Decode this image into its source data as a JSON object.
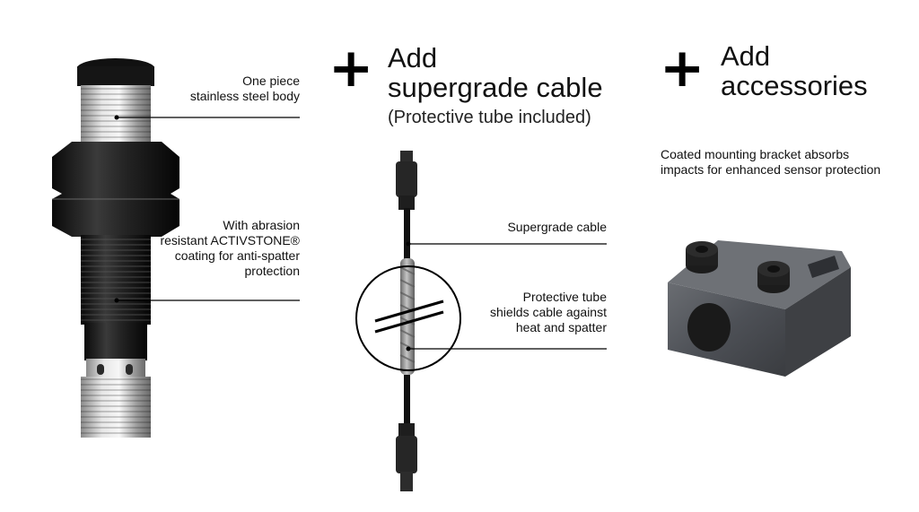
{
  "cable_section": {
    "heading_line1": "Add",
    "heading_line2": "supergrade cable",
    "subheading": "(Protective tube included)",
    "callout_cable": "Supergrade cable",
    "callout_tube_line1": "Protective tube",
    "callout_tube_line2": "shields cable against",
    "callout_tube_line3": "heat and spatter"
  },
  "accessories_section": {
    "heading_line1": "Add",
    "heading_line2": "accessories",
    "description_line1": "Coated mounting bracket absorbs",
    "description_line2": "impacts for enhanced sensor protection"
  },
  "sensor_section": {
    "callout_body_line1": "One piece",
    "callout_body_line2": "stainless steel body",
    "callout_coating_line1": "With abrasion",
    "callout_coating_line2": "resistant ACTIVSTONE®",
    "callout_coating_line3": "coating for anti-spatter",
    "callout_coating_line4": "protection"
  },
  "icons": {
    "plus_1": "plus-icon",
    "plus_2": "plus-icon"
  }
}
